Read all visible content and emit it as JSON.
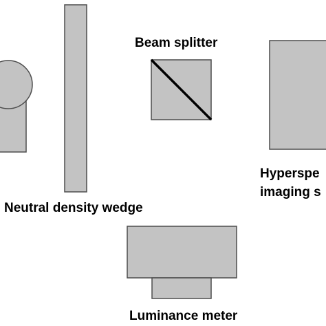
{
  "labels": {
    "beam_splitter": "Beam splitter",
    "hyperspectral_line1": "Hyperspe",
    "hyperspectral_line2": "imaging s",
    "neutral_density_wedge": "Neutral density wedge",
    "luminance_meter": "Luminance meter"
  },
  "colors": {
    "component_fill": "#c3c3c3",
    "component_stroke": "#4d4d4d",
    "text": "#000000",
    "background": "#ffffff"
  }
}
